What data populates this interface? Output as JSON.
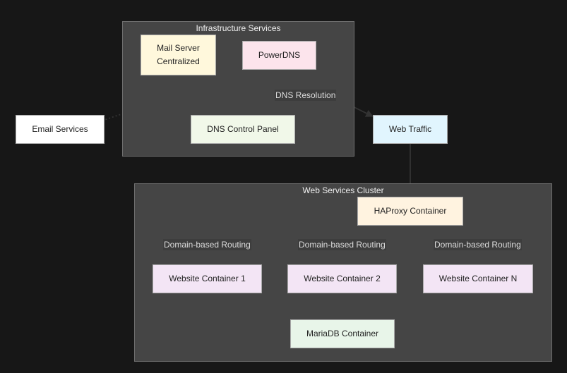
{
  "clusters": {
    "infrastructure": {
      "title": "Infrastructure Services"
    },
    "web": {
      "title": "Web Services Cluster"
    }
  },
  "nodes": {
    "mail_server": "Mail Server\nCentralized",
    "powerdns": "PowerDNS",
    "dns_panel": "DNS Control Panel",
    "email_services": "Email Services",
    "web_traffic": "Web Traffic",
    "haproxy": "HAProxy Container",
    "website1": "Website Container 1",
    "website2": "Website Container 2",
    "websiteN": "Website Container N",
    "mariadb": "MariaDB Container"
  },
  "edge_labels": {
    "dns_resolution": "DNS Resolution",
    "routing_1": "Domain-based Routing",
    "routing_2": "Domain-based Routing",
    "routing_3": "Domain-based Routing"
  },
  "colors": {
    "background": "#171717",
    "cluster": "#454545",
    "mail_server": "#fff8dc",
    "powerdns": "#fce4ec",
    "dns_panel": "#f1f8e9",
    "email_services": "#ffffff",
    "web_traffic": "#e1f5fe",
    "haproxy": "#fff3e0",
    "websites": "#f3e5f5",
    "mariadb": "#e8f5e9",
    "edge": "#333333"
  }
}
